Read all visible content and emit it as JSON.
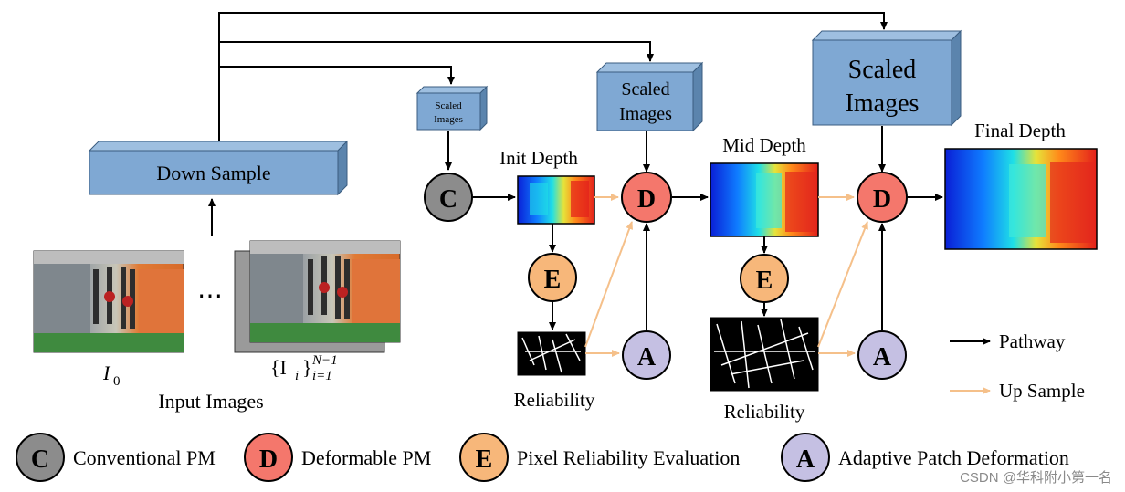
{
  "diagram": {
    "down_sample_label": "Down Sample",
    "scaled_images_label_line1": "Scaled",
    "scaled_images_label_line2": "Images",
    "input_images_label": "Input Images",
    "i0_label": "I",
    "i0_sub": "0",
    "ii_label": "{I",
    "ii_sub": "i",
    "ii_close": "}",
    "ii_sup": "N−1",
    "ii_subrange": "i=1",
    "dots": "⋯",
    "init_depth": "Init Depth",
    "mid_depth": "Mid Depth",
    "final_depth": "Final Depth",
    "reliability": "Reliability",
    "node_c": "C",
    "node_d": "D",
    "node_e": "E",
    "node_a": "A",
    "legend_pathway": "Pathway",
    "legend_upsample": "Up Sample",
    "bottom_legend": [
      {
        "letter": "C",
        "label": "Conventional PM",
        "color": "#8c8c8c"
      },
      {
        "letter": "D",
        "label": "Deformable PM",
        "color": "#f4776c"
      },
      {
        "letter": "E",
        "label": "Pixel Reliability Evaluation",
        "color": "#f7b77a"
      },
      {
        "letter": "A",
        "label": "Adaptive Patch Deformation",
        "color": "#c5c0e3"
      }
    ],
    "watermark": "CSDN @华科附小第一名"
  },
  "colors": {
    "box_front": "#7fa8d3",
    "box_top": "#9ebfe0",
    "box_side": "#5b84ad",
    "upsample_arrow": "#f5c08a",
    "pathway_arrow": "#000000"
  }
}
